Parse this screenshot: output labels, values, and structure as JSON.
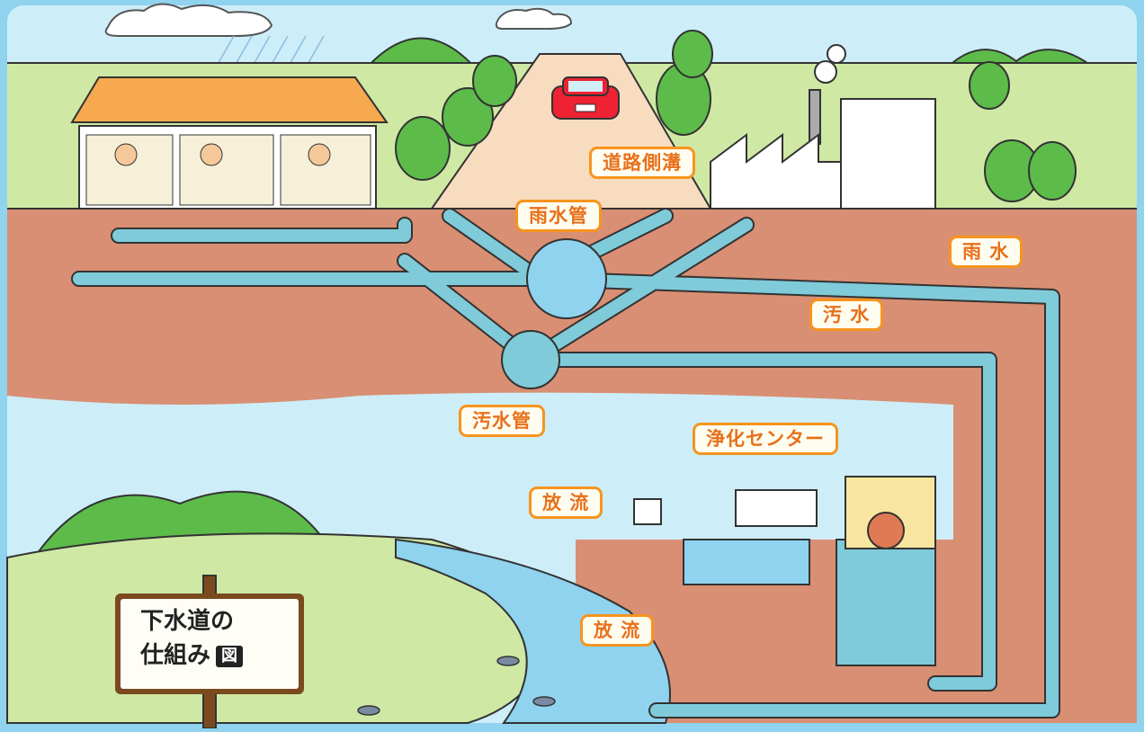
{
  "labels": {
    "road_ditch": "道路側溝",
    "rainwater_pipe": "雨水管",
    "rainwater": "雨 水",
    "sewage": "汚 水",
    "sewage_pipe": "汚水管",
    "purification_center": "浄化センター",
    "discharge_upper": "放 流",
    "discharge_lower": "放 流"
  },
  "sign": {
    "line1": "下水道の",
    "line2": "仕組み",
    "badge": "図"
  },
  "colors": {
    "sky": "#cdeef8",
    "ground": "#d98f73",
    "grass": "#cfe9a5",
    "pipe": "#7fcbd9",
    "callout": "#f7941d",
    "river": "#8fd3ef"
  }
}
